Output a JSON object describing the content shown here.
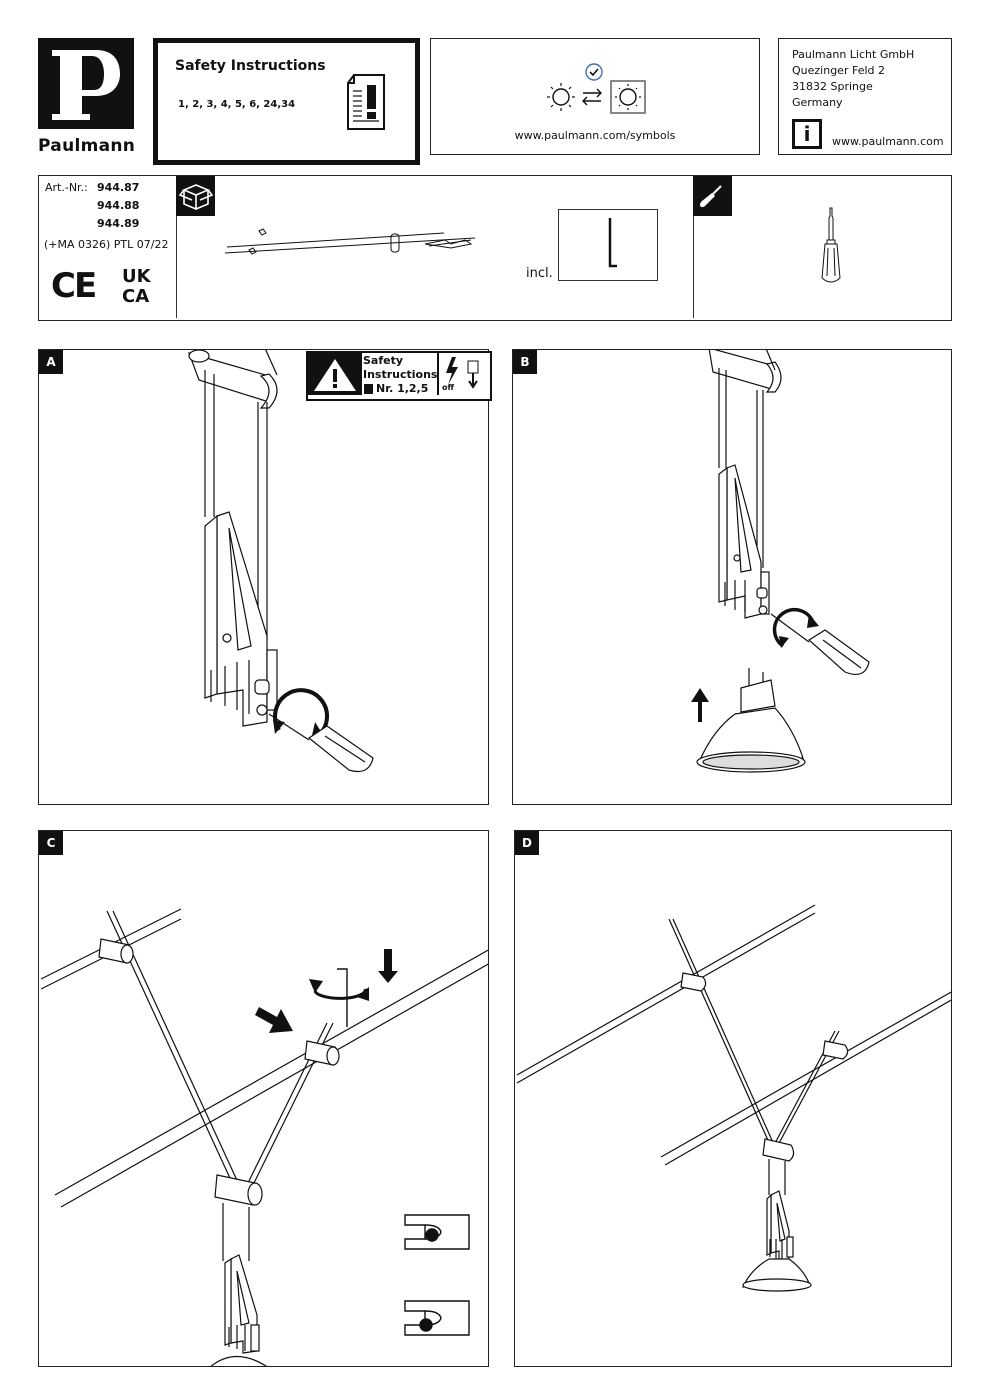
{
  "brand": {
    "logo_letter": "P",
    "name": "Paulmann"
  },
  "safety": {
    "title": "Safety Instructions",
    "numbers": "1, 2, 3, 4, 5, 6, 24,34"
  },
  "symbols": {
    "url": "www.paulmann.com/symbols"
  },
  "address": {
    "lines": [
      "Paulmann Licht GmbH",
      "Quezinger Feld 2",
      "31832 Springe",
      "Germany"
    ],
    "info_icon": "i",
    "url": "www.paulmann.com"
  },
  "article": {
    "label": "Art.-Nr.:",
    "numbers": [
      "944.87",
      "944.88",
      "944.89"
    ],
    "code": "(+MA 0326) PTL  07/22",
    "marks": {
      "ce": "CE",
      "ukca_top": "UK",
      "ukca_bottom": "CA"
    },
    "included_label": "incl."
  },
  "panels": {
    "a": {
      "tag": "A"
    },
    "b": {
      "tag": "B"
    },
    "c": {
      "tag": "C"
    },
    "d": {
      "tag": "D"
    }
  },
  "warning": {
    "line1": "Safety",
    "line2": "Instructions",
    "line3": "Nr. 1,2,5",
    "off_label": "off"
  },
  "icons": [
    "box-icon",
    "screwdriver-icon",
    "warning-icon",
    "info-icon",
    "document-warning-icon",
    "sun-icon",
    "check-icon",
    "power-off-icon"
  ]
}
